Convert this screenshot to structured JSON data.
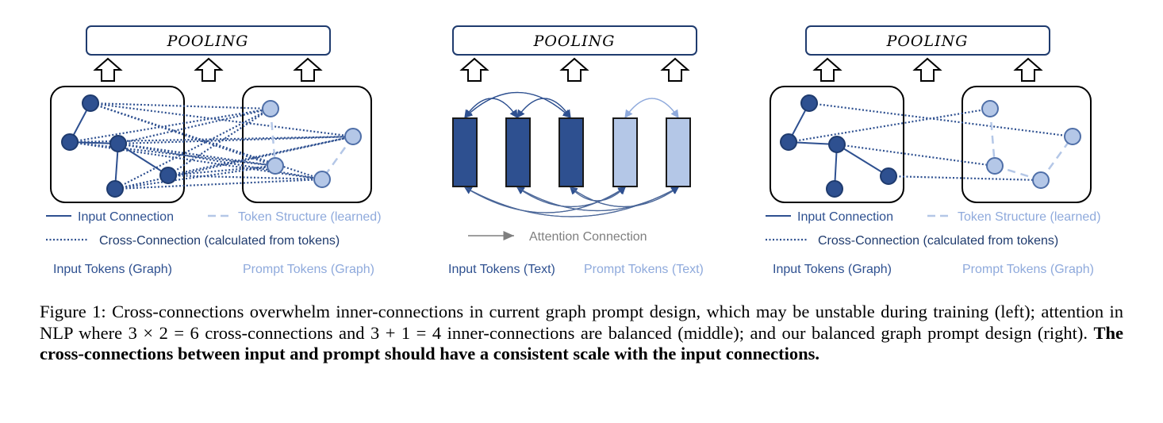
{
  "diagram": {
    "colors": {
      "dark": "#2e5090",
      "dark_stroke": "#1f3b6e",
      "light": "#b4c7e7",
      "light_stroke": "#6d8bbf",
      "dark_text": "#2e5090",
      "light_text": "#8faadc",
      "gray": "#7f7f7f"
    },
    "pooling_label": "POOLING",
    "left": {
      "legend_input": "Input Connection",
      "legend_token": "Token Structure (learned)",
      "legend_cross": "Cross-Connection (calculated from tokens)",
      "label_input": "Input Tokens (Graph)",
      "label_prompt": "Prompt Tokens (Graph)"
    },
    "middle": {
      "legend_attention": "Attention Connection",
      "label_input": "Input Tokens (Text)",
      "label_prompt": "Prompt Tokens (Text)"
    },
    "right": {
      "legend_input": "Input Connection",
      "legend_token": "Token Structure (learned)",
      "legend_cross": "Cross-Connection (calculated from tokens)",
      "label_input": "Input Tokens (Graph)",
      "label_prompt": "Prompt Tokens (Graph)"
    }
  },
  "caption": {
    "lead": "Figure 1: ",
    "text": "Cross-connections overwhelm inner-connections in current graph prompt design, which may be unstable during training (left); attention in NLP where 3 × 2 = 6 cross-connections and 3 + 1 = 4 inner-connections are balanced (middle); and our balanced graph prompt design (right). ",
    "bold": "The cross-connections between input and prompt should have a consistent scale with the input connections."
  }
}
